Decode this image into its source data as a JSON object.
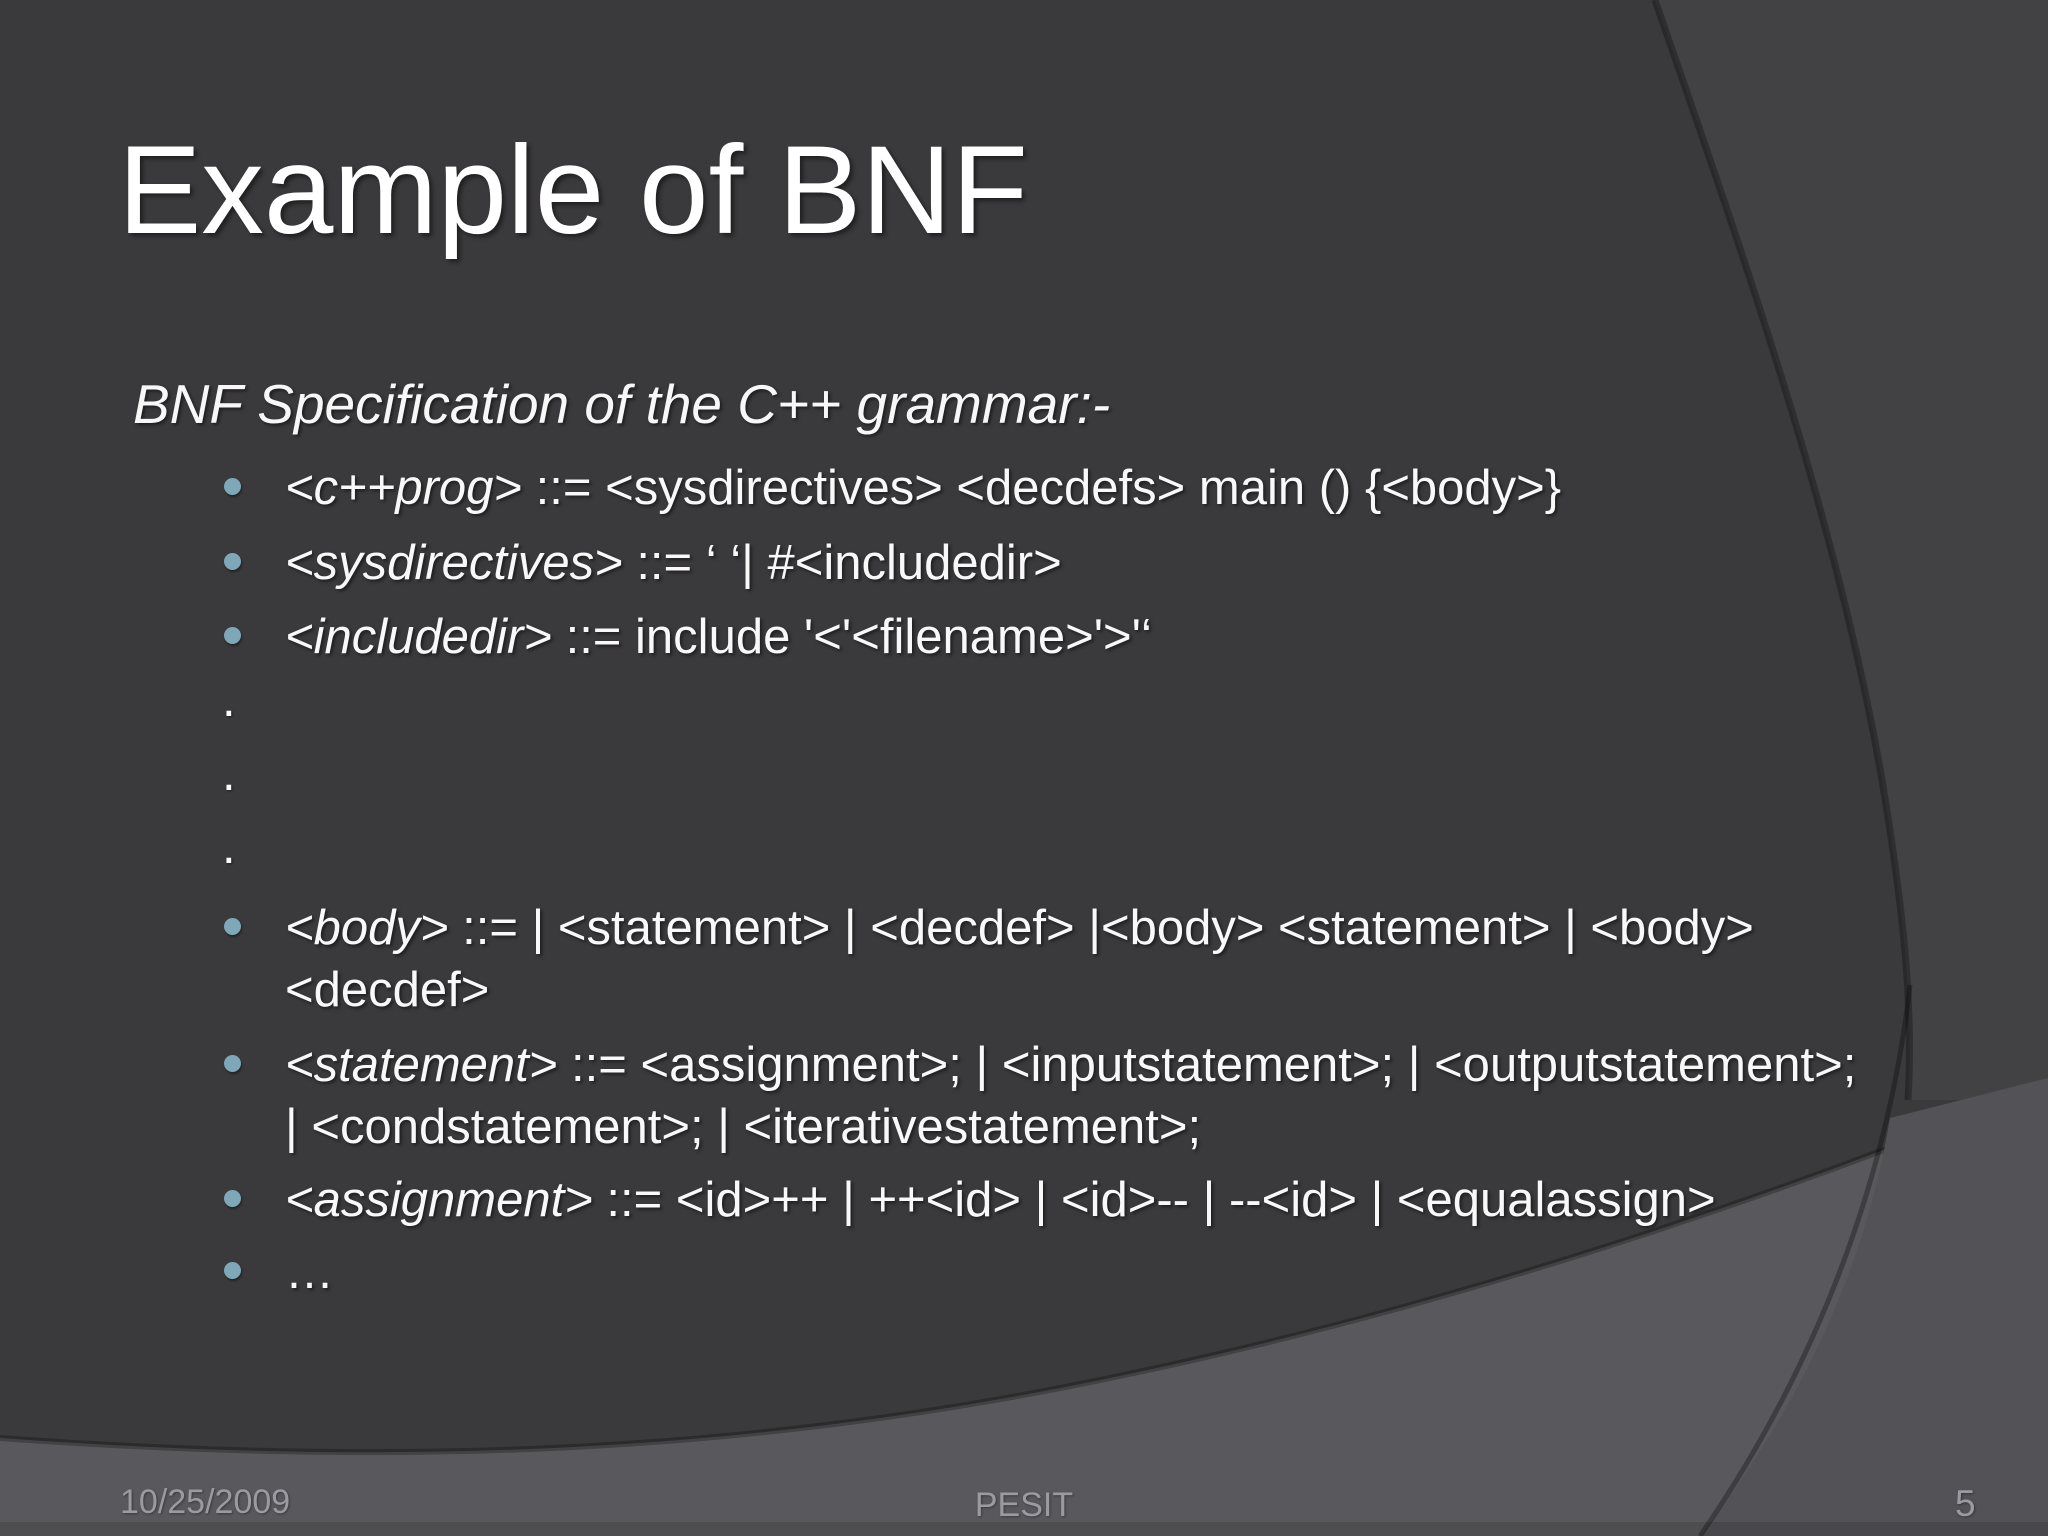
{
  "slide": {
    "title": "Example of BNF",
    "subtitle": "BNF Specification of the C++ grammar:-",
    "bullets": [
      {
        "type": "bullet",
        "lead": "<c++prog>",
        "rest": " ::= <sysdirectives> <decdefs> main () {<body>}"
      },
      {
        "type": "bullet",
        "lead": "<sysdirectives>",
        "rest": " ::= ‘ ‘| #<includedir>"
      },
      {
        "type": "bullet",
        "lead": "<includedir>",
        "rest": " ::= include '<'<filename>'>'‘"
      },
      {
        "type": "dot",
        "text": "."
      },
      {
        "type": "dot",
        "text": "."
      },
      {
        "type": "dot",
        "text": "."
      },
      {
        "type": "bullet",
        "lead": "<body>",
        "rest": " ::= | <statement> | <decdef> |<body> <statement> | <body>\n<decdef>"
      },
      {
        "type": "bullet",
        "lead": "<statement>",
        "rest": " ::= <assignment>; | <inputstatement>; | <outputstatement>;\n| <condstatement>; | <iterativestatement>;"
      },
      {
        "type": "bullet",
        "lead": "<assignment>",
        "rest": " ::= <id>++ | ++<id> | <id>-- | --<id> | <equalassign>"
      },
      {
        "type": "bullet",
        "lead": "",
        "rest": "…"
      }
    ],
    "footer": {
      "date": "10/25/2009",
      "org": "PESIT",
      "page": "5"
    },
    "colors": {
      "background": "#3a393b",
      "band": "#59585c",
      "bullet_accent": "#7ea8b8",
      "text": "#ffffff",
      "footer_text": "#9b9aa0"
    }
  }
}
